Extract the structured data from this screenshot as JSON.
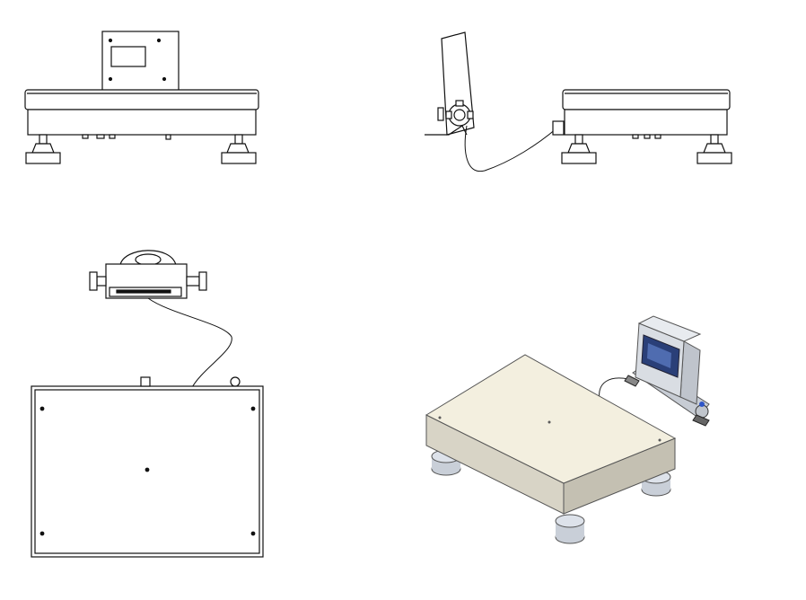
{
  "drawing": {
    "views": [
      {
        "id": "front",
        "label": ""
      },
      {
        "id": "side",
        "label": ""
      },
      {
        "id": "top",
        "label": ""
      },
      {
        "id": "isometric",
        "label": ""
      }
    ],
    "colors": {
      "line": "#111111",
      "platform_top": "#f3efdf",
      "platform_side": "#d8d4c6",
      "feet": "#c9cfd8",
      "indicator_body": "#d9dde3",
      "screen": "#2a3f78",
      "knob_blue": "#2f56c8"
    }
  }
}
